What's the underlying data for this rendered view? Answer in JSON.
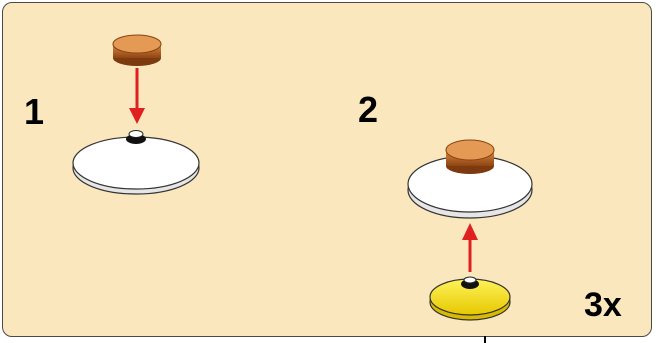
{
  "steps": [
    {
      "number": "1"
    },
    {
      "number": "2"
    }
  ],
  "quantity": "3x",
  "colors": {
    "panel_background": "#fbe7bd",
    "arrow": "#e02020",
    "dish": "#ffffff",
    "brown_piece": "#b85f1c",
    "yellow_piece": "#f5e21a"
  }
}
